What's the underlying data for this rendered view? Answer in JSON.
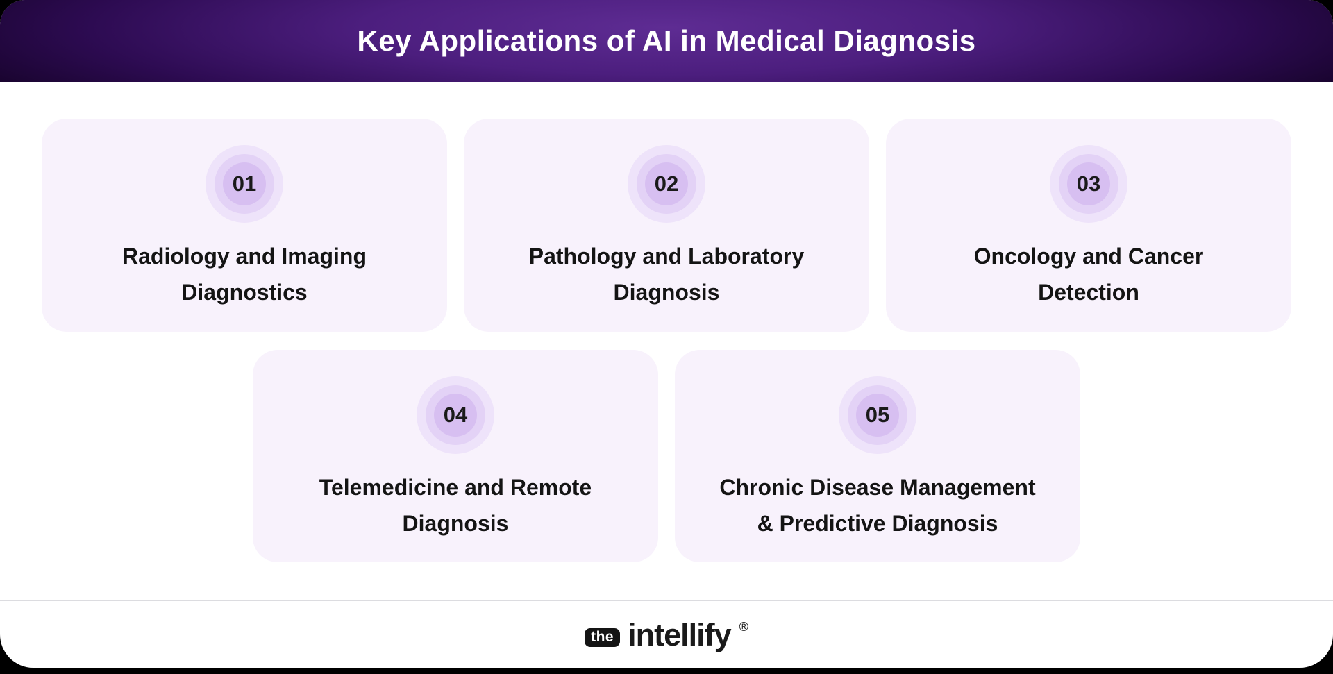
{
  "page": {
    "canvas_background": "#000000",
    "sheet_background": "#ffffff"
  },
  "header": {
    "title": "Key Applications of AI in Medical Diagnosis",
    "text_color": "#ffffff",
    "gradient_center": "#5e2c93",
    "gradient_mid": "#4c1e7e",
    "gradient_edge": "#140226"
  },
  "cards": {
    "background": "#f8f2fc",
    "title_color": "#141414",
    "badge_outer_color": "#eee3fa",
    "badge_middle_color": "#e3d2f6",
    "badge_inner_color": "#d7bff1",
    "number_color": "#1a1a1a",
    "items": [
      {
        "number": "01",
        "title_line1": "Radiology and Imaging",
        "title_line2": "Diagnostics"
      },
      {
        "number": "02",
        "title_line1": "Pathology and Laboratory",
        "title_line2": "Diagnosis"
      },
      {
        "number": "03",
        "title_line1": "Oncology and Cancer",
        "title_line2": "Detection"
      },
      {
        "number": "04",
        "title_line1": "Telemedicine and Remote",
        "title_line2": "Diagnosis"
      },
      {
        "number": "05",
        "title_line1": "Chronic Disease Management",
        "title_line2": "& Predictive Diagnosis"
      }
    ]
  },
  "footer": {
    "divider_color": "#dcdce0",
    "logo_prefix": "the",
    "logo_name": "intellify",
    "logo_mark": "®"
  }
}
